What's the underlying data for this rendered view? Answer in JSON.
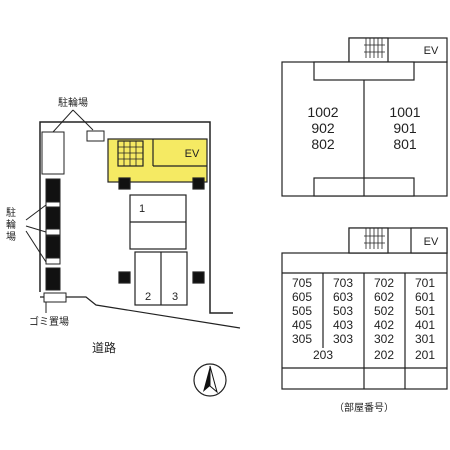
{
  "site": {
    "bicycle_parking_top": "駐輪場",
    "bicycle_parking_left": [
      "駐",
      "輪",
      "場"
    ],
    "garbage": "ゴミ置場",
    "road": "道路",
    "ev": "EV",
    "parking": [
      "1",
      "2",
      "3"
    ],
    "accent_color": "#f5ea63"
  },
  "upper_floors": {
    "ev": "EV",
    "left_unit": [
      "1002",
      "902",
      "802"
    ],
    "right_unit": [
      "1001",
      "901",
      "801"
    ]
  },
  "lower_floors": {
    "ev": "EV",
    "columns": [
      [
        "705",
        "605",
        "505",
        "405",
        "305"
      ],
      [
        "703",
        "603",
        "503",
        "403",
        "303"
      ],
      [
        "702",
        "602",
        "502",
        "402",
        "302",
        "202"
      ],
      [
        "701",
        "601",
        "501",
        "401",
        "301",
        "201"
      ]
    ],
    "unit_203": "203"
  },
  "caption": "（部屋番号）"
}
